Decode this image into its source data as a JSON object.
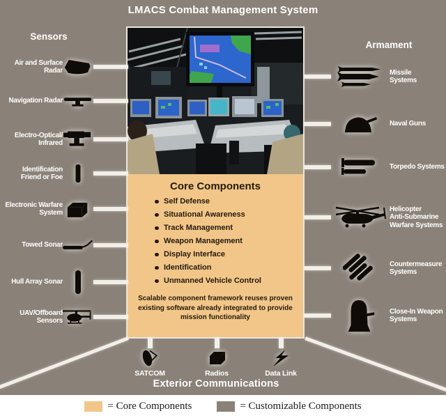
{
  "title": "LMACS Combat Management System",
  "colors": {
    "background": "#8a8278",
    "core_orange": "#f2c689",
    "customizable_gray": "#8a8278",
    "connector_white": "#f2efe8"
  },
  "sensors": {
    "header": "Sensors",
    "items": [
      {
        "label": [
          "Air and Surface",
          "Radar"
        ],
        "icon": "air-surface-radar-icon"
      },
      {
        "label": "Navigation Radar",
        "icon": "navigation-radar-icon"
      },
      {
        "label": [
          "Electro-Optical/",
          "Infrared"
        ],
        "icon": "electro-optical-infrared-icon"
      },
      {
        "label": [
          "Identification",
          "Friend or Foe"
        ],
        "icon": "iff-antenna-icon"
      },
      {
        "label": [
          "Electronic Warfare",
          "System"
        ],
        "icon": "electronic-warfare-box-icon"
      },
      {
        "label": "Towed Sonar",
        "icon": "towed-sonar-icon"
      },
      {
        "label": "Hull Array Sonar",
        "icon": "hull-array-sonar-icon"
      },
      {
        "label": [
          "UAV/Offboard",
          "Sensors"
        ],
        "icon": "uav-helicopter-icon"
      }
    ]
  },
  "armament": {
    "header": "Armament",
    "items": [
      {
        "label": [
          "Missile",
          "Systems"
        ],
        "icon": "missiles-icon"
      },
      {
        "label": "Naval Guns",
        "icon": "naval-gun-turret-icon"
      },
      {
        "label": "Torpedo Systems",
        "icon": "torpedoes-icon"
      },
      {
        "label": [
          "Helicopter",
          "Anti-Submarine",
          "Warfare Systems"
        ],
        "icon": "asw-helicopter-icon"
      },
      {
        "label": [
          "Countermeasure",
          "Systems"
        ],
        "icon": "countermeasure-launcher-icon"
      },
      {
        "label": [
          "Close-In Weapon",
          "Systems"
        ],
        "icon": "ciws-icon"
      }
    ]
  },
  "core": {
    "title": "Core Components",
    "bullets": [
      "Self Defense",
      "Situational Awareness",
      "Track Management",
      "Weapon Management",
      "Display Interface",
      "Identification",
      "Unmanned Vehicle Control"
    ],
    "note": "Scalable component framework reuses proven existing software already integrated to provide mission functionality"
  },
  "communications": {
    "header": "Exterior Communications",
    "items": [
      {
        "label": "SATCOM",
        "icon": "satcom-dish-icon"
      },
      {
        "label": "Radios",
        "icon": "radio-box-icon"
      },
      {
        "label": "Data Link",
        "icon": "data-link-bolt-icon"
      }
    ]
  },
  "legend": {
    "items": [
      {
        "label": "= Core Components",
        "swatch": "#f2c689"
      },
      {
        "label": "= Customizable Components",
        "swatch": "#8a8278"
      }
    ]
  }
}
